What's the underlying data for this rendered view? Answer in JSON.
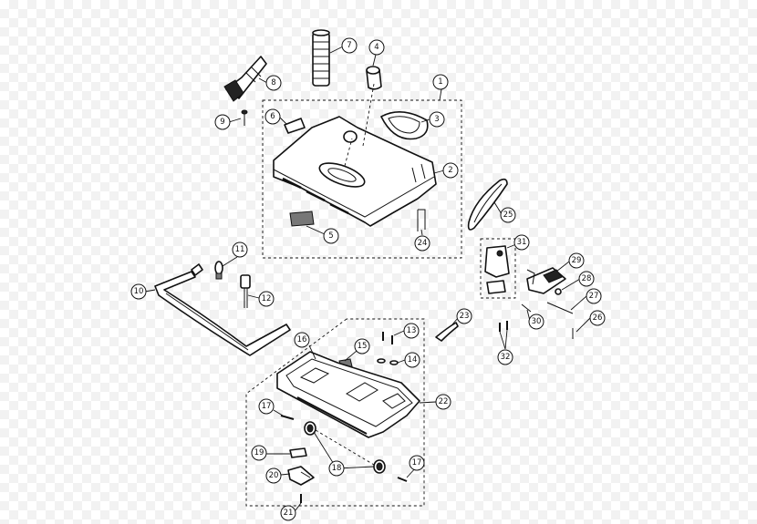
{
  "diagram": {
    "callouts": [
      "1",
      "2",
      "3",
      "4",
      "5",
      "6",
      "7",
      "8",
      "9",
      "10",
      "11",
      "12",
      "13",
      "14",
      "15",
      "16",
      "17",
      "17",
      "18",
      "19",
      "20",
      "21",
      "22",
      "23",
      "24",
      "25",
      "26",
      "27",
      "28",
      "29",
      "30",
      "31",
      "32"
    ]
  }
}
